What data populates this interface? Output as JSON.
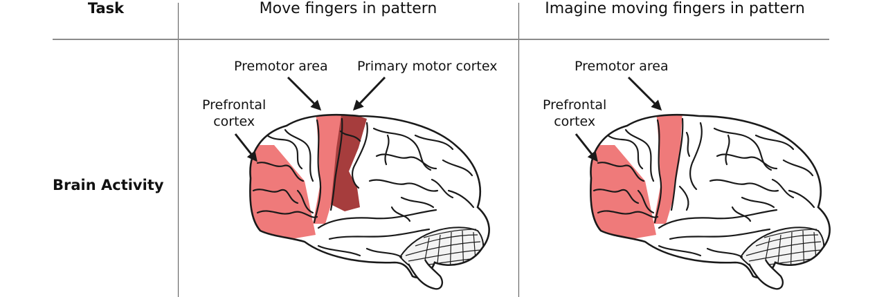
{
  "table": {
    "header": {
      "task_label": "Task",
      "col1": "Move fingers in pattern",
      "col2": "Imagine moving fingers in pattern"
    },
    "row_label": "Brain Activity"
  },
  "panel1": {
    "labels": {
      "premotor": "Premotor area",
      "primary_motor": "Primary motor cortex",
      "prefrontal_line1": "Prefrontal",
      "prefrontal_line2": "cortex"
    }
  },
  "panel2": {
    "labels": {
      "premotor": "Premotor area",
      "prefrontal_line1": "Prefrontal",
      "prefrontal_line2": "cortex"
    }
  },
  "colors": {
    "highlight_light": "#ef7a7a",
    "highlight_dark": "#a63d3d",
    "outline": "#1a1a1a"
  }
}
